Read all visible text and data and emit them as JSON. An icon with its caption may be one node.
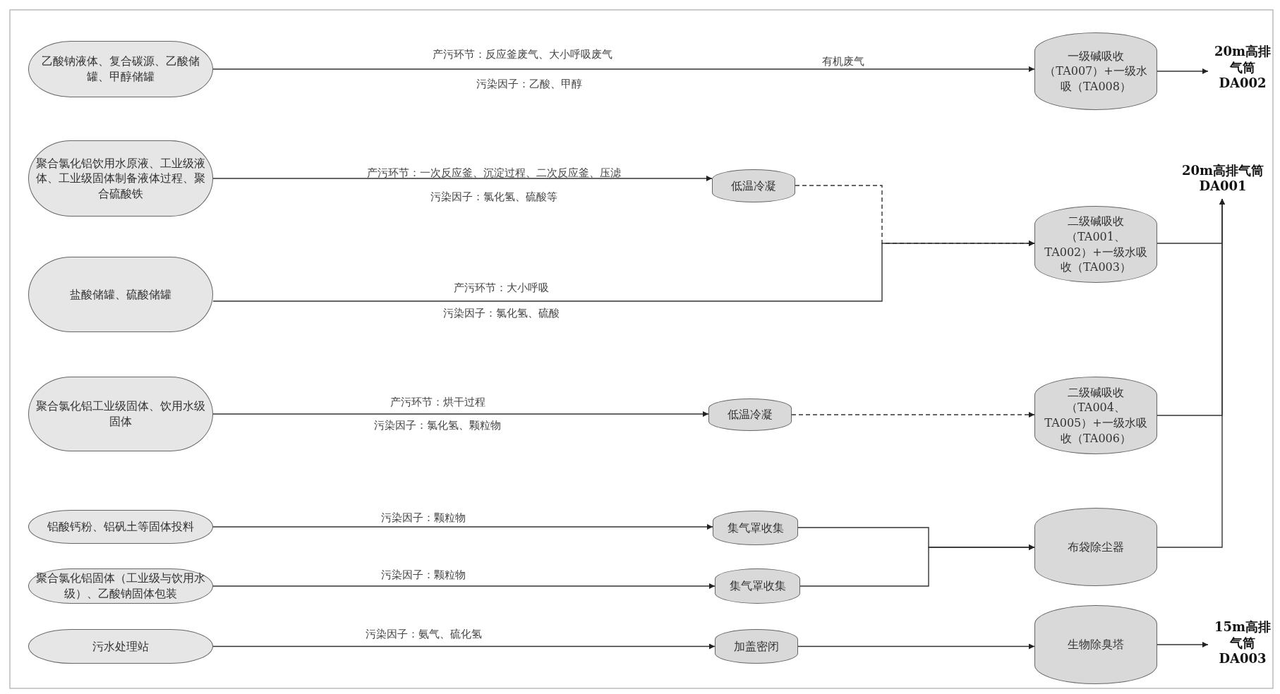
{
  "diagram": {
    "nodes": [
      {
        "text": [
          "乙酸钠液体、复合碳源、乙酸储罐、甲醇储罐"
        ]
      },
      {
        "text": [
          "聚合氯化铝饮用水原液、工业级液体、工业级固体制备液体过程、聚合硫酸铁"
        ]
      },
      {
        "text": [
          "盐酸储罐、硫酸储罐"
        ]
      },
      {
        "text": [
          "聚合氯化铝工业级固体、饮用水级固体"
        ]
      },
      {
        "text": [
          "铝酸钙粉、铝矾土等固体投料"
        ]
      },
      {
        "text": [
          "聚合氯化铝固体（工业级与饮用水级）、乙酸钠固体包装"
        ]
      },
      {
        "text": [
          "污水处理站"
        ]
      },
      {
        "text": [
          "低温冷凝"
        ]
      },
      {
        "text": [
          "低温冷凝"
        ]
      },
      {
        "text": [
          "集气罩收集"
        ]
      },
      {
        "text": [
          "集气罩收集"
        ]
      },
      {
        "text": [
          "加盖密闭"
        ]
      },
      {
        "text": [
          "一级碱吸收（TA007）+一级水吸（TA008）"
        ]
      },
      {
        "text": [
          "二级碱吸收（TA001、TA002）+一级水吸收（TA003）"
        ]
      },
      {
        "text": [
          "二级碱吸收（TA004、TA005）+一级水吸收（TA006）"
        ]
      },
      {
        "text": [
          "布袋除尘器"
        ]
      },
      {
        "text": [
          "生物除臭塔"
        ]
      },
      {
        "text": [
          "20m高排气筒",
          "DA002"
        ]
      },
      {
        "text": [
          "20m高排气筒",
          "DA001"
        ]
      },
      {
        "text": [
          "15m高排气筒",
          "DA003"
        ]
      }
    ],
    "edges": [
      {
        "from": 0,
        "to": 12,
        "arrow": "to",
        "label": "有机废气"
      },
      {
        "from": 12,
        "to": 17,
        "arrow": "to"
      },
      {
        "from": 1,
        "to": 7,
        "arrow": "to"
      },
      {
        "from": 7,
        "to": 13,
        "arrow": "to",
        "style": "dashed"
      },
      {
        "from": 2,
        "to": 13,
        "arrow": "to"
      },
      {
        "from": 3,
        "to": 8,
        "arrow": "to"
      },
      {
        "from": 8,
        "to": 14,
        "arrow": "to",
        "style": "dashed"
      },
      {
        "from": 13,
        "to": 18,
        "arrow": "to"
      },
      {
        "from": 14,
        "to": 18,
        "arrow": "to"
      },
      {
        "from": 15,
        "to": 18,
        "arrow": "to"
      },
      {
        "from": 4,
        "to": 9,
        "arrow": "to"
      },
      {
        "from": 5,
        "to": 10,
        "arrow": "to"
      },
      {
        "from": 9,
        "to": 15,
        "arrow": "to"
      },
      {
        "from": 10,
        "to": 15,
        "arrow": "to"
      },
      {
        "from": 6,
        "to": 11,
        "arrow": "to"
      },
      {
        "from": 11,
        "to": 16,
        "arrow": "to"
      },
      {
        "from": 16,
        "to": 19,
        "arrow": "to"
      }
    ],
    "labels": [
      "产污环节：反应釜废气、大小呼吸废气",
      "污染因子：乙酸、甲醇",
      "产污环节：一次反应釜、沉淀过程、二次反应釜、压滤",
      "污染因子：氯化氢、硫酸等",
      "产污环节：大小呼吸",
      "污染因子：氯化氢、硫酸",
      "产污环节：烘干过程",
      "污染因子：氯化氢、颗粒物",
      "污染因子：颗粒物",
      "污染因子：颗粒物",
      "污染因子：氨气、硫化氢"
    ]
  }
}
